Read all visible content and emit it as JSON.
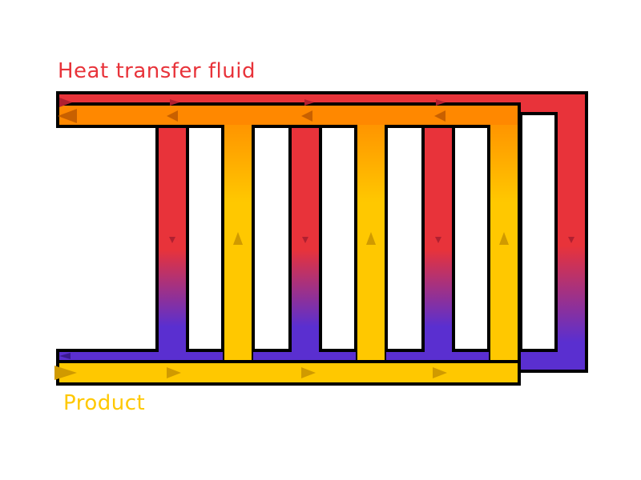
{
  "diagram": {
    "labels": {
      "heat_fluid": "Heat transfer fluid",
      "product": "Product"
    },
    "colors": {
      "hot": "#e8333a",
      "cold": "#5a2fd0",
      "product_cold": "#ffc800",
      "product_warm": "#ff8800",
      "outline": "#000000",
      "arrow_hot": "#b02030",
      "arrow_product": "#d09a00"
    },
    "loops": {
      "heat_fluid_columns": 4,
      "product_columns": 3
    }
  }
}
